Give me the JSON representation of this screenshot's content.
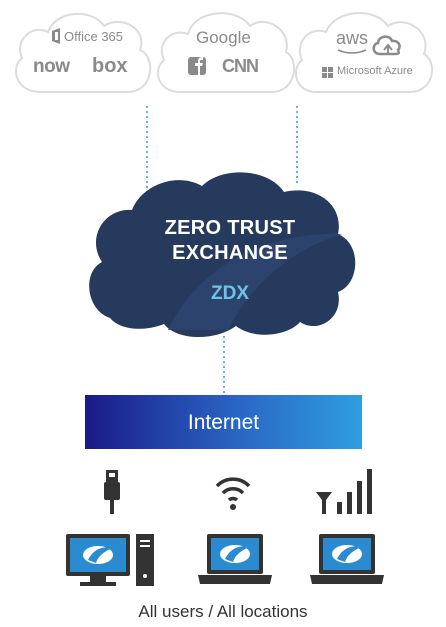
{
  "services": {
    "office365": "Office 365",
    "now": "now",
    "box": "box",
    "google": "Google",
    "cnn": "CNN",
    "aws": "aws",
    "azure": "Microsoft Azure"
  },
  "cloud": {
    "title_line1": "ZERO TRUST",
    "title_line2": "EXCHANGE",
    "subtitle": "ZDX"
  },
  "internet": {
    "label": "Internet"
  },
  "footer": {
    "label": "All users / All locations"
  },
  "icons": [
    "office-icon",
    "facebook-icon",
    "aws-cloud-icon",
    "windows-icon",
    "ethernet-plug-icon",
    "wifi-icon",
    "cellular-signal-icon",
    "desktop-monitor-icon",
    "pc-tower-icon",
    "laptop-icon",
    "zscaler-logo-icon"
  ],
  "colors": {
    "cloud_fill": "#263a5e",
    "cloud_outline": "#dddddd",
    "service_text": "#8a8a8a",
    "connector": "#2f9fd6",
    "zdx_text": "#6fc4e6",
    "internet_gradient_start": "#1a1a88",
    "internet_gradient_end": "#2f9ee0",
    "device_dark": "#333333",
    "screen_blue": "#2a8bd0"
  }
}
